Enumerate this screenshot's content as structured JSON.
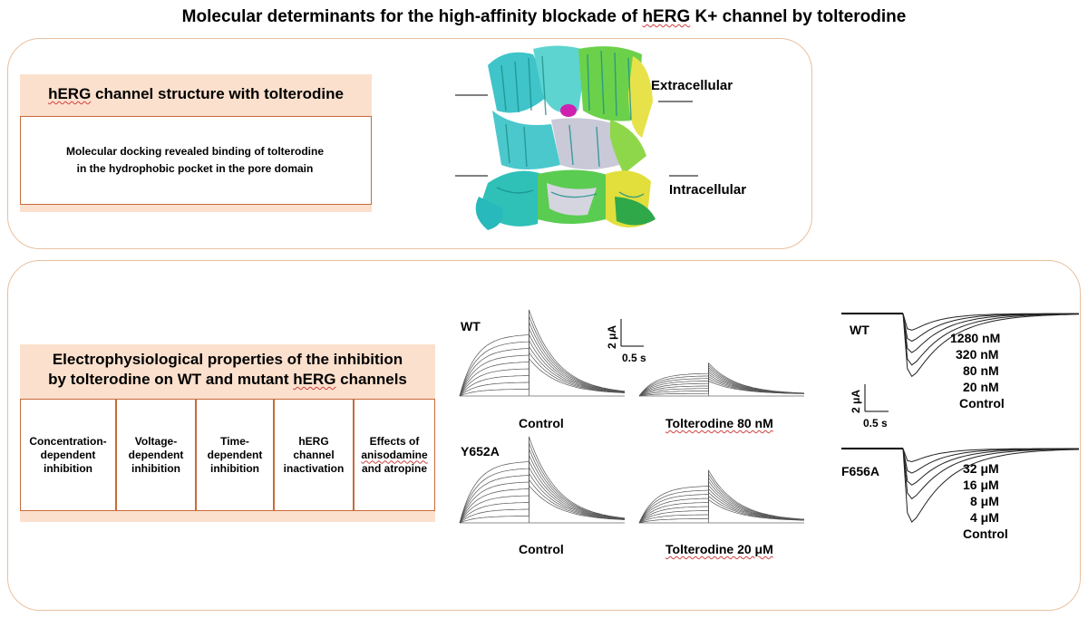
{
  "title": {
    "pre": "Molecular determinants for the high-affinity blockade of ",
    "herg": "hERG",
    "post": " K+ channel by tolterodine"
  },
  "top_panel": {
    "heading": {
      "herg": "hERG",
      "rest": " channel structure with tolterodine"
    },
    "desc_line1": "Molecular docking revealed binding of tolterodine",
    "desc_line2": "in the hydrophobic pocket in the pore domain",
    "label_extra": "Extracellular",
    "label_intra": "Intracellular"
  },
  "bottom_panel": {
    "heading_line1": "Electrophysiological properties of the inhibition",
    "heading_line2": {
      "pre": "by tolterodine on WT and mutant ",
      "herg": "hERG",
      "post": " channels"
    },
    "cells": [
      [
        "Concentration-",
        "dependent",
        "inhibition"
      ],
      [
        "Voltage-",
        "dependent",
        "inhibition"
      ],
      [
        "Time-",
        "dependent",
        "inhibition"
      ],
      [
        "hERG",
        "channel",
        "inactivation"
      ],
      [
        "Effects of",
        "anisodamine",
        "and atropine"
      ]
    ]
  },
  "traces": {
    "wt": "WT",
    "y652a": "Y652A",
    "control": "Control",
    "tol80": "Tolterodine 80 nM",
    "tol20": "Tolterodine 20 μM",
    "scale_y": "2 μA",
    "scale_x": "0.5 s"
  },
  "tail": {
    "wt": "WT",
    "f656a": "F656A",
    "wt_conc": [
      "1280 nM",
      "320 nM",
      "80 nM",
      "20 nM",
      "Control"
    ],
    "f656a_conc": [
      "32 μM",
      "16 μM",
      "8 μM",
      "4 μM",
      "Control"
    ],
    "scale_y": "2 μA",
    "scale_x": "0.5 s"
  }
}
